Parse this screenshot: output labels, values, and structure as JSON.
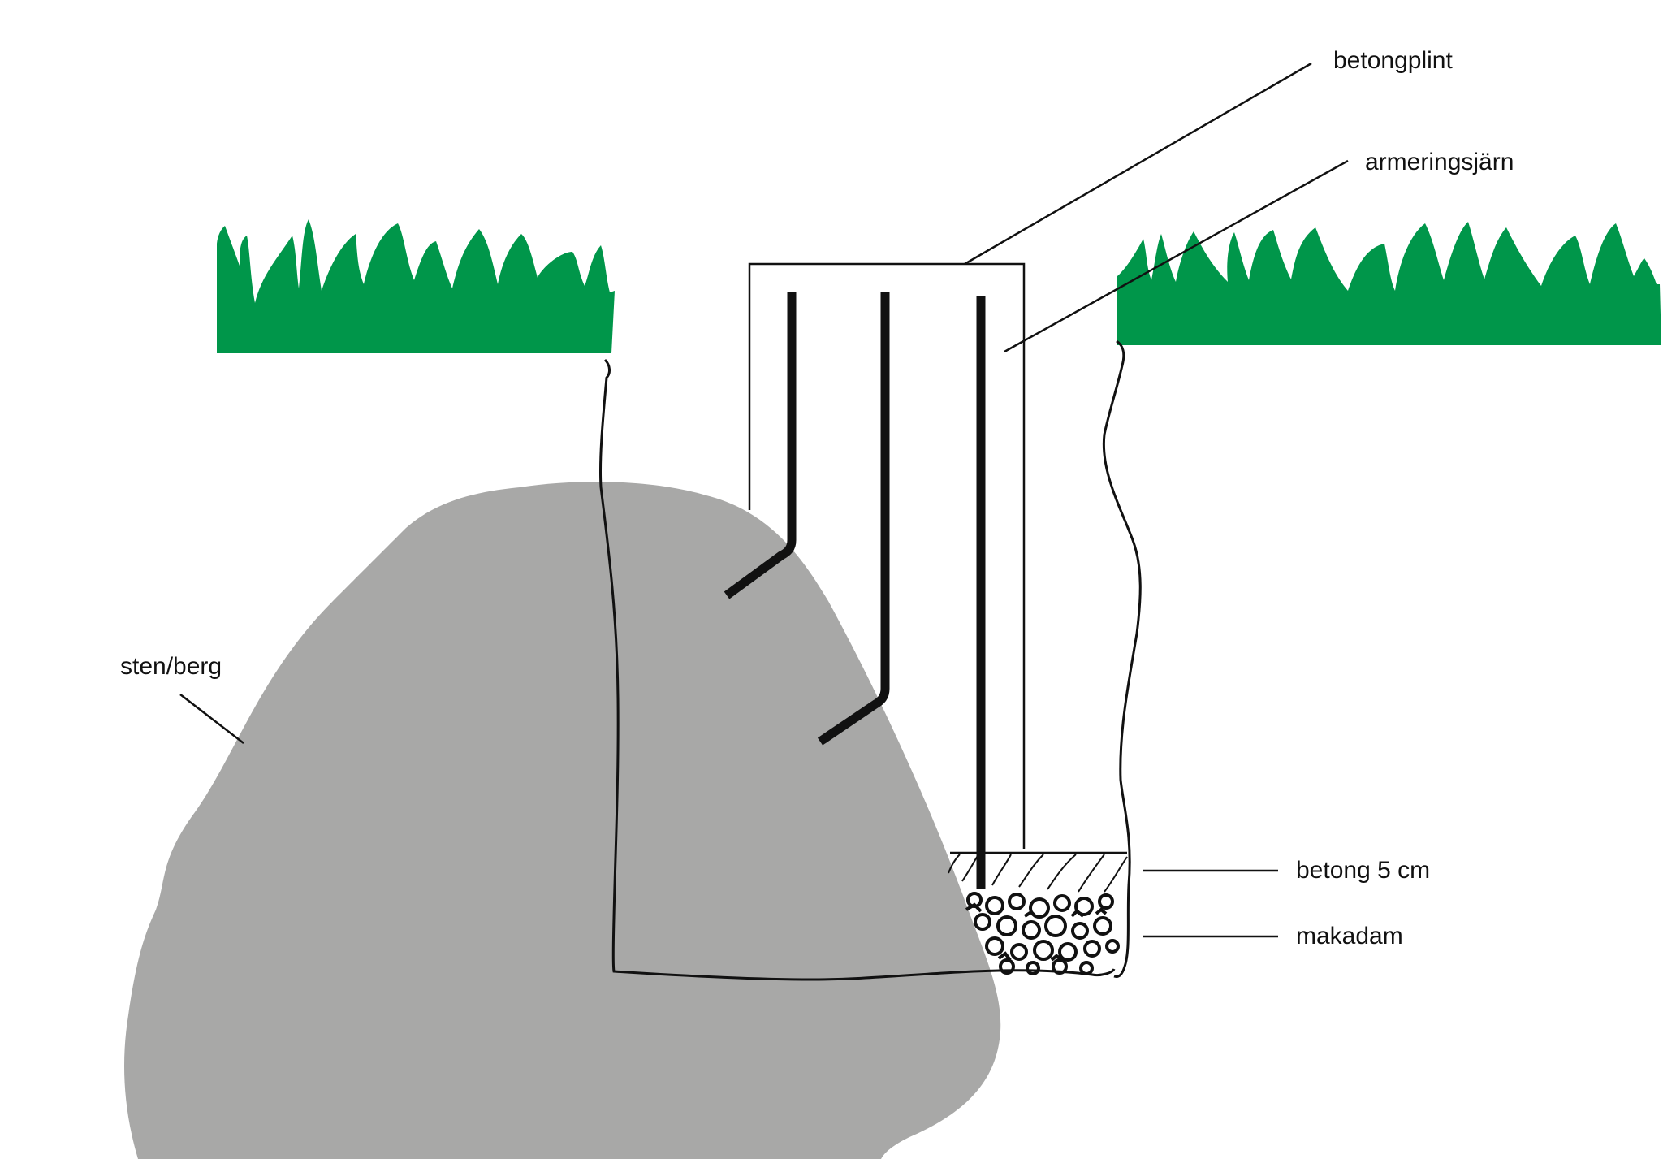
{
  "labels": {
    "betongplint": "betongplint",
    "armeringsjarn": "armeringsjärn",
    "sten_berg": "sten/berg",
    "betong_5cm": "betong 5 cm",
    "makadam": "makadam"
  },
  "colors": {
    "grass": "#00964A",
    "rock": "#A8A8A7",
    "line": "#111111",
    "background": "#FFFFFF"
  }
}
